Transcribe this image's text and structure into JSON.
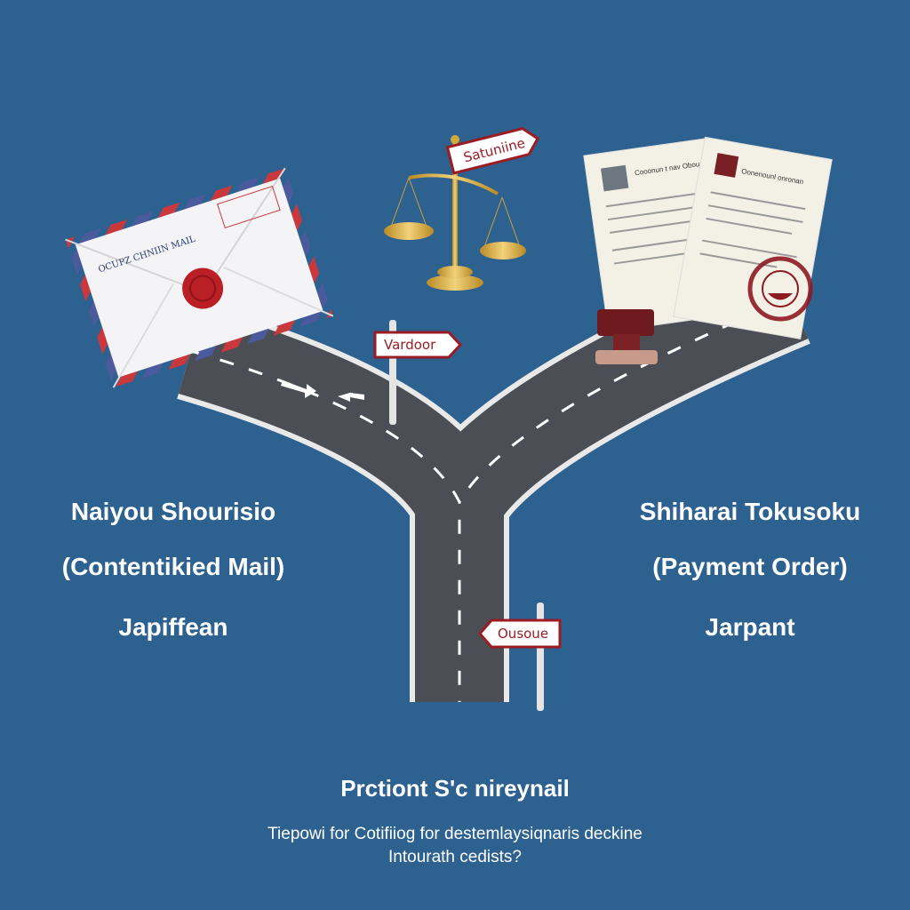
{
  "left_option": {
    "title": "Naiyou Shourisio",
    "subtitle": "(Contentikied Mail)",
    "region": "Japiffean",
    "envelope_text": "OCUPZ CHNIIN MAIL"
  },
  "right_option": {
    "title": "Shiharai Tokusoku",
    "subtitle": "(Payment Order)",
    "region": "Jarpant",
    "document_left_heading": "Cooonun t nav Oboun",
    "document_right_heading": "Oonenounl onronan"
  },
  "signs": {
    "scale_sign": "Satuniine",
    "left_road_sign": "Vardoor",
    "trunk_sign": "Ousoue"
  },
  "footer": {
    "title": "Prctiont S'c nireynail",
    "line1": "Tiepowi for Cotifiiog for destemlaysiqnaris deckine",
    "line2": "Intourath cedists?"
  },
  "colors": {
    "background": "#2d6190",
    "road": "#4b4e54",
    "sign_red": "#9b1c22",
    "gold": "#d4a93a"
  }
}
